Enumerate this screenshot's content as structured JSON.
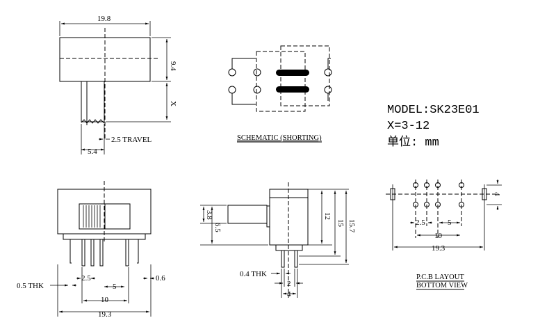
{
  "model_info": {
    "model": "MODEL:SK23E01",
    "x_range": "X=3-12",
    "unit": "单位: mm"
  },
  "top_view": {
    "width": "19.8",
    "height": "9.4",
    "x": "X",
    "travel": "2.5 TRAVEL",
    "handle_width": "5.4"
  },
  "schematic": {
    "caption": "SCHEMATIC (SHORTING)"
  },
  "front_view": {
    "thk": "0.5 THK",
    "pitch": "2.5",
    "pitch2": "5",
    "pin_span": "10",
    "overall": "19.3",
    "pin_width": "0.6"
  },
  "side_view": {
    "h1": "3.8",
    "h2": "6.5",
    "h3": "12",
    "h4": "15",
    "h5": "15.7",
    "thk": "0.4 THK",
    "pin_gap": "2",
    "body_width": "4"
  },
  "pcb": {
    "pitch": "2.5",
    "pitch2": "5",
    "span": "10",
    "overall": "19.3",
    "row": "4",
    "title1": "P.C.B LAYOUT",
    "title2": "BOTTOM VIEW"
  }
}
